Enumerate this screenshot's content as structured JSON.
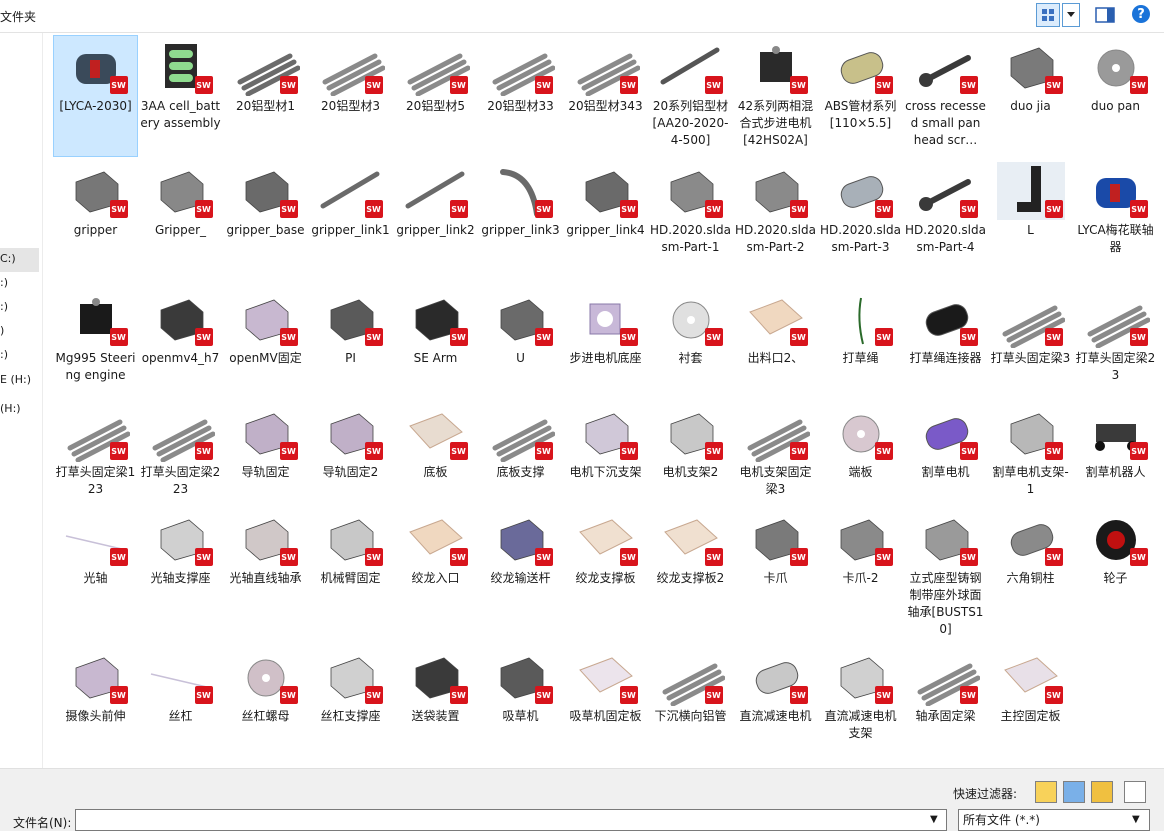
{
  "toolbar": {
    "breadcrumb": "文件夹",
    "help": "?"
  },
  "sidebar": {
    "drives": [
      "C:)",
      ":)",
      ":)",
      ")",
      ":)",
      "E (H:)",
      " (H:)"
    ]
  },
  "files": [
    {
      "label": "[LYCA-2030]",
      "icon": "coupling-icon",
      "color": "#3a4a5a",
      "selected": true
    },
    {
      "label": "3AA cell_battery assembly",
      "icon": "battery-holder-icon",
      "color": "#2a2a2a"
    },
    {
      "label": "20铝型材1",
      "icon": "aluminum-profile-icon",
      "color": "#6b6b6b"
    },
    {
      "label": "20铝型材3",
      "icon": "aluminum-profile-icon",
      "color": "#8a8a8a"
    },
    {
      "label": "20铝型材5",
      "icon": "aluminum-profile-icon",
      "color": "#8a8a8a"
    },
    {
      "label": "20铝型材33",
      "icon": "aluminum-profile-icon",
      "color": "#8a8a8a"
    },
    {
      "label": "20铝型材343",
      "icon": "aluminum-profile-icon",
      "color": "#8a8a8a"
    },
    {
      "label": "20系列铝型材[AA20-2020-4-500]",
      "icon": "rod-icon",
      "color": "#555555"
    },
    {
      "label": "42系列两相混合式步进电机[42HS02A]",
      "icon": "stepper-motor-icon",
      "color": "#2a2a2a"
    },
    {
      "label": "ABS管材系列[110×5.5]",
      "icon": "tube-icon",
      "color": "#c8c08a"
    },
    {
      "label": "cross recessed small pan head scr…",
      "icon": "screw-icon",
      "color": "#3a3a3a"
    },
    {
      "label": "duo jia",
      "icon": "servo-horn-icon",
      "color": "#7a7a7a"
    },
    {
      "label": "duo pan",
      "icon": "servo-disc-icon",
      "color": "#9a9a9a"
    },
    {
      "label": "gripper",
      "icon": "gripper-block-icon",
      "color": "#777777"
    },
    {
      "label": "Gripper_",
      "icon": "bracket-icon",
      "color": "#888888"
    },
    {
      "label": "gripper_base",
      "icon": "plate-icon",
      "color": "#6a6a6a"
    },
    {
      "label": "gripper_link1",
      "icon": "link-bar-icon",
      "color": "#6a6a6a"
    },
    {
      "label": "gripper_link2",
      "icon": "link-bar-icon",
      "color": "#6a6a6a"
    },
    {
      "label": "gripper_link3",
      "icon": "curved-link-icon",
      "color": "#6a6a6a"
    },
    {
      "label": "gripper_link4",
      "icon": "bracket-icon",
      "color": "#6a6a6a"
    },
    {
      "label": "HD.2020.sldasm-Part-1",
      "icon": "corner-bracket-icon",
      "color": "#8a8a8a"
    },
    {
      "label": "HD.2020.sldasm-Part-2",
      "icon": "corner-bracket-icon",
      "color": "#8a8a8a"
    },
    {
      "label": "HD.2020.sldasm-Part-3",
      "icon": "cylinder-icon",
      "color": "#a8b0b8"
    },
    {
      "label": "HD.2020.sldasm-Part-4",
      "icon": "bolt-icon",
      "color": "#3a3a3a"
    },
    {
      "label": "L",
      "icon": "l-bracket-icon",
      "color": "#222222"
    },
    {
      "label": "LYCA梅花联轴器",
      "icon": "coupling-icon",
      "color": "#1a4aa8"
    },
    {
      "label": "Mg995 Steering engine",
      "icon": "servo-motor-icon",
      "color": "#1a1a1a"
    },
    {
      "label": "openmv4_h7",
      "icon": "camera-board-icon",
      "color": "#3a3a3a"
    },
    {
      "label": "openMV固定",
      "icon": "plate-icon",
      "color": "#c8b8d0"
    },
    {
      "label": "PI",
      "icon": "bracket-icon",
      "color": "#5a5a5a"
    },
    {
      "label": "SE Arm",
      "icon": "arm-joint-icon",
      "color": "#2a2a2a"
    },
    {
      "label": "U",
      "icon": "u-bracket-icon",
      "color": "#6a6a6a"
    },
    {
      "label": "步进电机底座",
      "icon": "box-frame-icon",
      "color": "#c8b8d8"
    },
    {
      "label": "衬套",
      "icon": "ring-icon",
      "color": "#e0e0e0"
    },
    {
      "label": "出料口2、",
      "icon": "hopper-icon",
      "color": "#f0d8c0"
    },
    {
      "label": "打草绳",
      "icon": "string-icon",
      "color": "#2a6a2a"
    },
    {
      "label": "打草绳连接器",
      "icon": "connector-icon",
      "color": "#1a1a1a"
    },
    {
      "label": "打草头固定梁3",
      "icon": "aluminum-profile-icon",
      "color": "#8a8a8a"
    },
    {
      "label": "打草头固定梁23",
      "icon": "aluminum-profile-icon",
      "color": "#8a8a8a"
    },
    {
      "label": "打草头固定梁123",
      "icon": "aluminum-profile-icon",
      "color": "#8a8a8a"
    },
    {
      "label": "打草头固定梁223",
      "icon": "aluminum-profile-icon",
      "color": "#8a8a8a"
    },
    {
      "label": "导轨固定",
      "icon": "strip-icon",
      "color": "#c0b0c8"
    },
    {
      "label": "导轨固定2",
      "icon": "strip-icon",
      "color": "#c0b0c8"
    },
    {
      "label": "底板",
      "icon": "sheet-icon",
      "color": "#e8dcd0"
    },
    {
      "label": "底板支撑",
      "icon": "aluminum-profile-icon",
      "color": "#8a8a8a"
    },
    {
      "label": "电机下沉支架",
      "icon": "frame-icon",
      "color": "#d0c8d8"
    },
    {
      "label": "电机支架2",
      "icon": "motor-mount-icon",
      "color": "#c8c8c8"
    },
    {
      "label": "电机支架固定梁3",
      "icon": "aluminum-profile-icon",
      "color": "#8a8a8a"
    },
    {
      "label": "端板",
      "icon": "disc-icon",
      "color": "#d8c8d0"
    },
    {
      "label": "割草电机",
      "icon": "dc-motor-icon",
      "color": "#7a5ac8"
    },
    {
      "label": "割草电机支架-1",
      "icon": "motor-mount-icon",
      "color": "#b8b8b8"
    },
    {
      "label": "割草机器人",
      "icon": "robot-icon",
      "color": "#3a3a3a"
    },
    {
      "label": "光轴",
      "icon": "shaft-icon",
      "color": "#c8c0d8"
    },
    {
      "label": "光轴支撑座",
      "icon": "shaft-support-icon",
      "color": "#d0d0d0"
    },
    {
      "label": "光轴直线轴承",
      "icon": "linear-bearing-icon",
      "color": "#d0c8c8"
    },
    {
      "label": "机械臂固定",
      "icon": "bracket-icon",
      "color": "#c8c8c8"
    },
    {
      "label": "绞龙入口",
      "icon": "hopper-icon",
      "color": "#f0d8c0"
    },
    {
      "label": "绞龙输送杆",
      "icon": "auger-icon",
      "color": "#6a6a9a"
    },
    {
      "label": "绞龙支撑板",
      "icon": "sheet-icon",
      "color": "#f0e0d0"
    },
    {
      "label": "绞龙支撑板2",
      "icon": "sheet-icon",
      "color": "#f0e0d0"
    },
    {
      "label": "卡爪",
      "icon": "claw-icon",
      "color": "#7a7a7a"
    },
    {
      "label": "卡爪-2",
      "icon": "claw-icon",
      "color": "#8a8a8a"
    },
    {
      "label": "立式座型铸钢制带座外球面轴承[BUSTS10]",
      "icon": "pillow-block-icon",
      "color": "#9a9a9a"
    },
    {
      "label": "六角铜柱",
      "icon": "hex-standoff-icon",
      "color": "#8a8a8a"
    },
    {
      "label": "轮子",
      "icon": "wheel-icon",
      "color": "#1a1a1a"
    },
    {
      "label": "摄像头前伸",
      "icon": "bracket-icon",
      "color": "#c8b8d0"
    },
    {
      "label": "丝杠",
      "icon": "shaft-icon",
      "color": "#c8c0d8"
    },
    {
      "label": "丝杠螺母",
      "icon": "nut-icon",
      "color": "#d0c0c8"
    },
    {
      "label": "丝杠支撑座",
      "icon": "shaft-support-icon",
      "color": "#d0d0d0"
    },
    {
      "label": "送袋装置",
      "icon": "feeder-icon",
      "color": "#3a3a3a"
    },
    {
      "label": "吸草机",
      "icon": "blower-icon",
      "color": "#5a5a5a"
    },
    {
      "label": "吸草机固定板",
      "icon": "sheet-icon",
      "color": "#ece4ec"
    },
    {
      "label": "下沉横向铝管",
      "icon": "aluminum-profile-icon",
      "color": "#8a8a8a"
    },
    {
      "label": "直流减速电机",
      "icon": "gear-motor-icon",
      "color": "#c8c8c8"
    },
    {
      "label": "直流减速电机支架",
      "icon": "motor-mount-icon",
      "color": "#d0d0d0"
    },
    {
      "label": "轴承固定梁",
      "icon": "aluminum-profile-icon",
      "color": "#8a8a8a"
    },
    {
      "label": "主控固定板",
      "icon": "sheet-icon",
      "color": "#e8e0e8"
    }
  ],
  "filter": {
    "label": "快速过滤器:"
  },
  "filename": {
    "label": "文件名(N):",
    "value": ""
  },
  "filetype": {
    "value": "所有文件 (*.*)"
  }
}
